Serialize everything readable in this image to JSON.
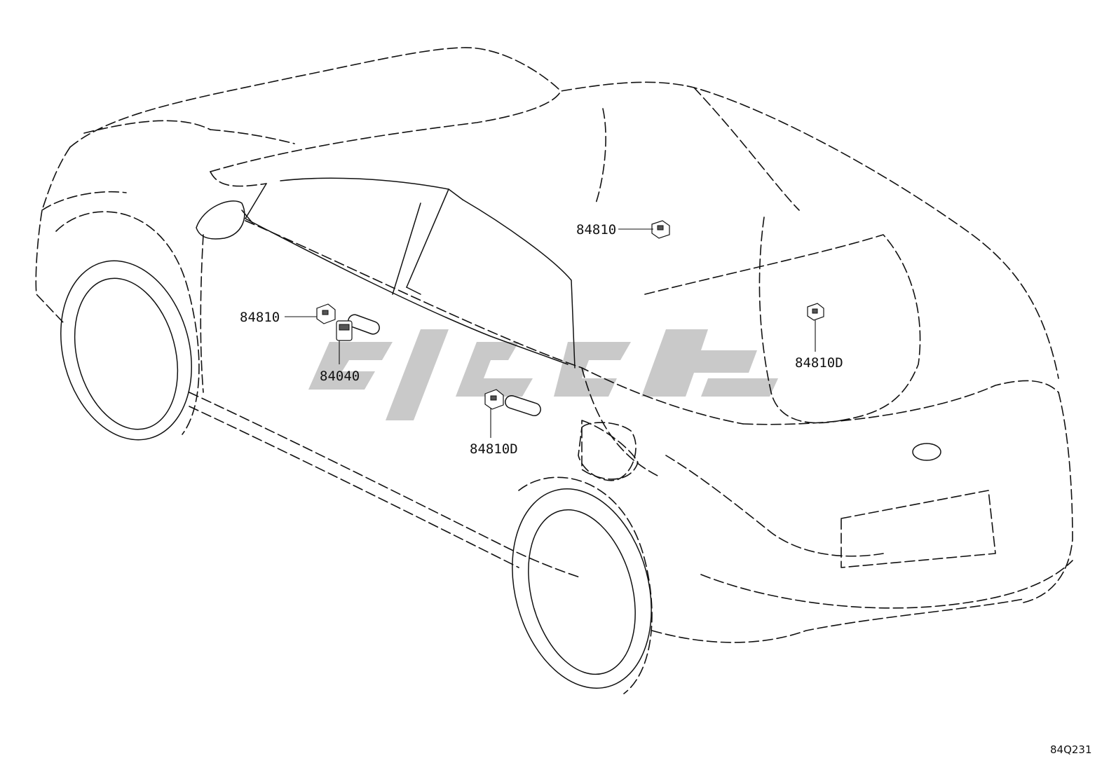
{
  "diagram": {
    "code": "84Q231",
    "callouts": [
      {
        "id": "c1",
        "text": "84810"
      },
      {
        "id": "c2",
        "text": "84810"
      },
      {
        "id": "c3",
        "text": "84040"
      },
      {
        "id": "c4",
        "text": "84810D"
      },
      {
        "id": "c5",
        "text": "84810D"
      }
    ]
  }
}
